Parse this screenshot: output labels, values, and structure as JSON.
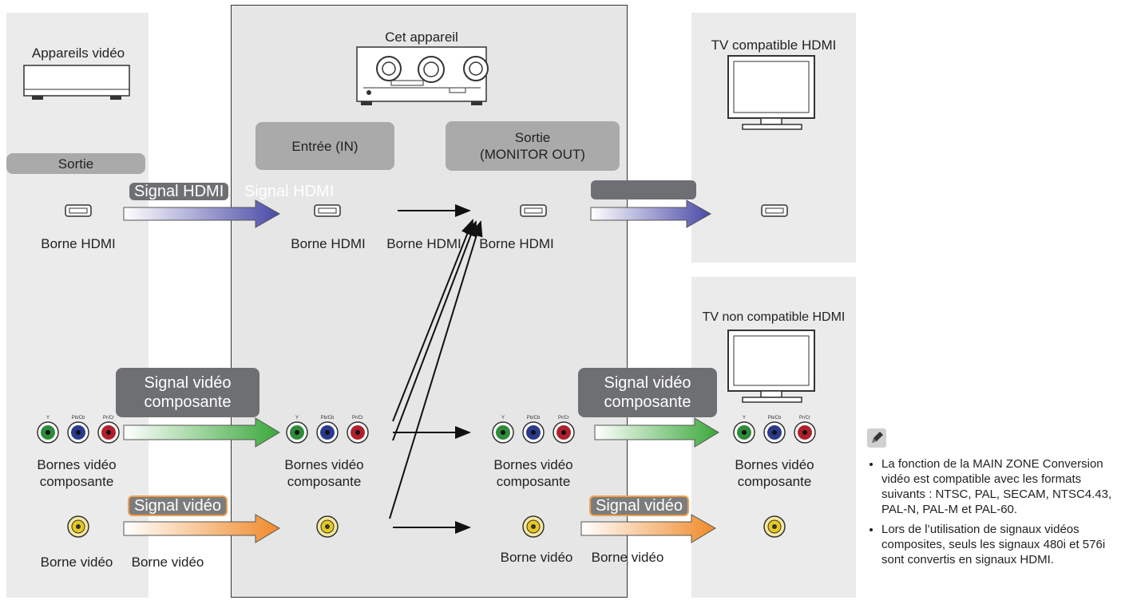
{
  "source": {
    "title": "Appareils vidéo",
    "output": "Sortie",
    "hdmi": "Borne HDMI",
    "component": "Bornes vidéo\ncomposante",
    "video": "Borne vidéo"
  },
  "unit": {
    "title": "Cet appareil",
    "input": "Entrée (IN)",
    "output": "Sortie\n(MONITOR OUT)",
    "hdmi_in": "Borne HDMI",
    "hdmi_in_dup": "Borne HDMI",
    "hdmi_out": "Borne HDMI",
    "component_in": "Bornes vidéo\ncomposante",
    "component_out": "Bornes vidéo\ncomposante",
    "video_in": "Borne vidéo",
    "video_out": "Borne vidéo",
    "video_out_dup": "Borne vidéo"
  },
  "tv_hdmi": {
    "title": "TV compatible HDMI"
  },
  "tv_non_hdmi": {
    "title": "TV non compatible HDMI",
    "component": "Bornes vidéo\ncomposante"
  },
  "signals": {
    "hdmi": "Signal HDMI",
    "hdmi_ghost": "Signal HDMI",
    "component_left": "Signal vidéo\ncomposante",
    "component_right": "Signal vidéo\ncomposante",
    "video_left": "Signal vidéo",
    "video_right": "Signal vidéo"
  },
  "jack_labels": {
    "y": "Y",
    "pb": "Pb/Cb",
    "pr": "Pr/Cr"
  },
  "note": {
    "icon": "pencil-icon",
    "items": [
      "La fonction de la MAIN ZONE Conversion vidéo est compatible avec les formats suivants : NTSC, PAL, SECAM, NTSC4.43, PAL-N, PAL-M et PAL-60.",
      "Lors de l’utilisation de signaux vidéos composites, seuls les signaux 480i et 576i sont convertis en signaux HDMI."
    ]
  },
  "colors": {
    "hdmi_arrow": "#4a4aa8",
    "component_arrow": "#3aa83a",
    "video_arrow": "#f08a2a",
    "panel": "#ebebeb"
  }
}
